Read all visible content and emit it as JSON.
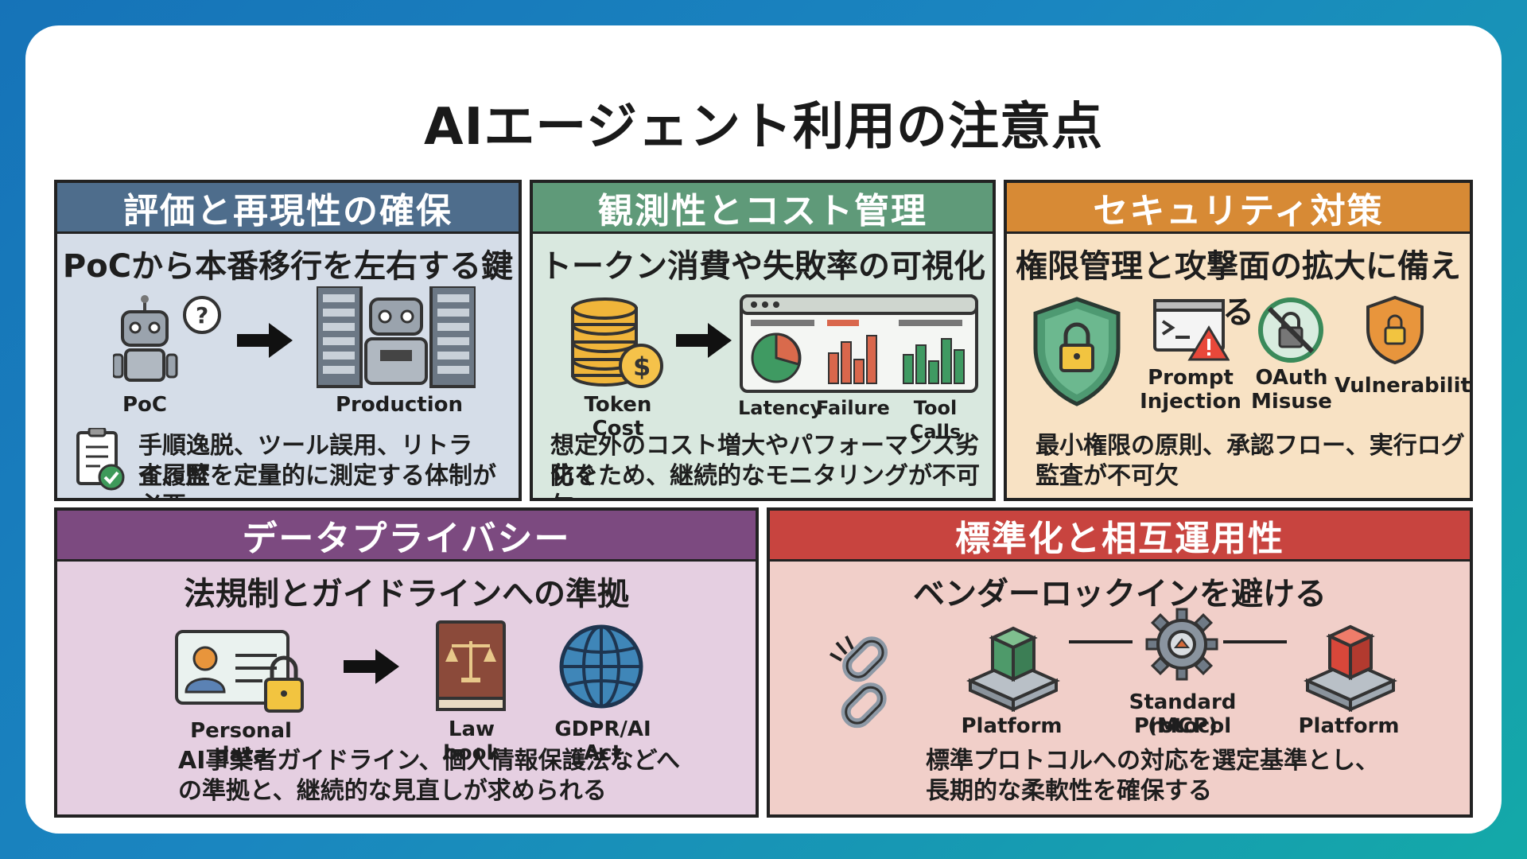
{
  "title": "AIエージェント利用の注意点",
  "panels": {
    "evaluation": {
      "header": "評価と再現性の確保",
      "subtitle": "PoCから本番移行を左右する鍵",
      "labels": {
        "poc": "PoC",
        "production": "Production"
      },
      "description_line1": "手順逸脱、ツール誤用、リトライ、監",
      "description_line2": "査履歴を定量的に測定する体制が必要",
      "icons": [
        "robot-question-icon",
        "arrow-right-icon",
        "robot-server-icon",
        "checklist-icon"
      ]
    },
    "observability": {
      "header": "観測性とコスト管理",
      "subtitle": "トークン消費や失敗率の可視化",
      "labels": {
        "token_cost": "Token Cost",
        "latency": "Latency",
        "failure": "Failure",
        "tool_calls": "Tool Calls"
      },
      "description_line1": "想定外のコスト増大やパフォーマンス劣化を",
      "description_line2": "防ぐため、継続的なモニタリングが不可欠",
      "icons": [
        "coin-stack-icon",
        "arrow-right-icon",
        "dashboard-icon"
      ]
    },
    "security": {
      "header": "セキュリティ対策",
      "subtitle": "権限管理と攻撃面の拡大に備える",
      "labels": {
        "prompt_line1": "Prompt",
        "prompt_line2": "Injection",
        "oauth_line1": "OAuth",
        "oauth_line2": "Misuse",
        "vulnerability": "Vulnerability"
      },
      "description_line1": "最小権限の原則、承認フロー、実行ログ",
      "description_line2": "監査が不可欠",
      "icons": [
        "shield-lock-icon",
        "terminal-warning-icon",
        "no-lock-icon",
        "small-shield-icon"
      ]
    },
    "privacy": {
      "header": "データプライバシー",
      "subtitle": "法規制とガイドラインへの準拠",
      "labels": {
        "personal_data": "Personal data",
        "law_book": "Law book",
        "gdpr": "GDPR/AI Act"
      },
      "description_line1": "AI事業者ガイドライン、個人情報保護法などへ",
      "description_line2": "の準拠と、継続的な見直しが求められる",
      "icons": [
        "id-card-lock-icon",
        "arrow-right-icon",
        "law-book-icon",
        "globe-icon"
      ]
    },
    "standardization": {
      "header": "標準化と相互運用性",
      "subtitle": "ベンダーロックインを避ける",
      "labels": {
        "platform_left": "Platform",
        "protocol_line1": "Standard Protocol",
        "protocol_line2": "(MCP)",
        "platform_right": "Platform"
      },
      "description_line1": "標準プロトコルへの対応を選定基準とし、",
      "description_line2": "長期的な柔軟性を確保する",
      "icons": [
        "broken-chain-icon",
        "green-cube-platform-icon",
        "gear-icon",
        "red-cube-platform-icon"
      ]
    }
  },
  "colors": {
    "evaluation": "#4e6d8c",
    "observability": "#5f9a79",
    "security": "#d78a35",
    "privacy": "#7c4a80",
    "standardization": "#c8443f"
  }
}
